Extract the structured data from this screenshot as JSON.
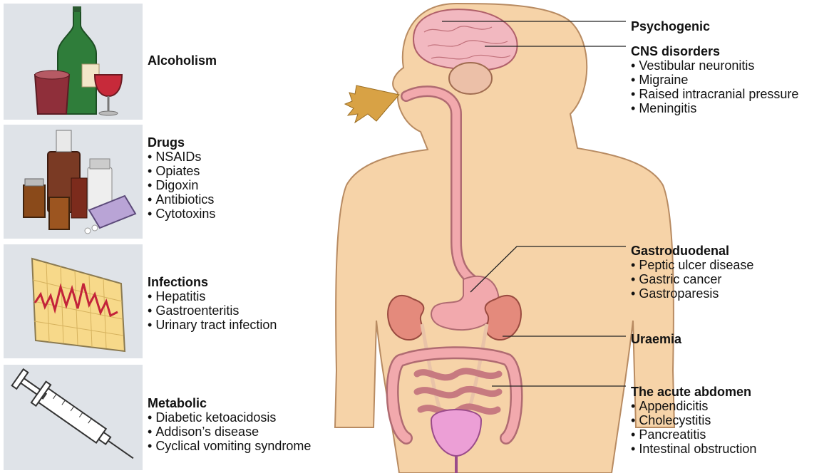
{
  "left_causes": [
    {
      "title": "Alcoholism",
      "items": []
    },
    {
      "title": "Drugs",
      "items": [
        "NSAIDs",
        "Opiates",
        "Digoxin",
        "Antibiotics",
        "Cytotoxins"
      ]
    },
    {
      "title": "Infections",
      "items": [
        "Hepatitis",
        "Gastroenteritis",
        "Urinary tract infection"
      ]
    },
    {
      "title": "Metabolic",
      "items": [
        "Diabetic ketoacidosis",
        "Addison’s disease",
        "Cyclical vomiting syndrome"
      ]
    }
  ],
  "right_causes": [
    {
      "title": "Psychogenic",
      "items": []
    },
    {
      "title": "CNS disorders",
      "items": [
        "Vestibular neuronitis",
        "Migraine",
        "Raised intracranial pressure",
        "Meningitis"
      ]
    },
    {
      "title": "Gastroduodenal",
      "items": [
        "Peptic ulcer disease",
        "Gastric cancer",
        "Gastroparesis"
      ]
    },
    {
      "title": "Uraemia",
      "items": []
    },
    {
      "title": "The acute abdomen",
      "items": [
        "Appendicitis",
        "Cholecystitis",
        "Pancreatitis",
        "Intestinal obstruction"
      ]
    }
  ],
  "illustrations": {
    "alcoholism": "bottle-and-glasses-icon",
    "drugs": "medicine-bottles-icon",
    "infections": "fever-chart-icon",
    "metabolic": "syringe-icon",
    "figure": "human-torso-with-digestive-tract"
  },
  "colors": {
    "panel_bg": "#dfe3e8",
    "skin": "#f6d3a8",
    "gut": "#f2a9ad",
    "kidney": "#e48a7c",
    "bladder": "#ec9fd6",
    "vomit": "#d8a245"
  }
}
